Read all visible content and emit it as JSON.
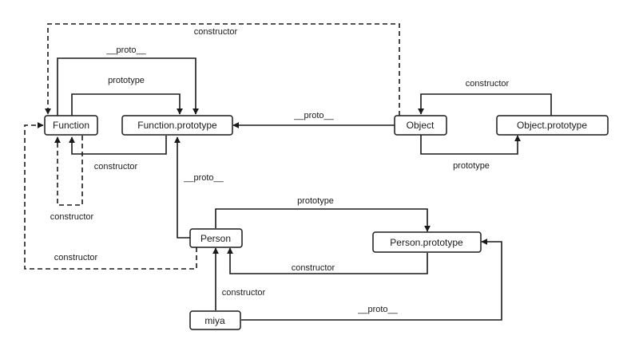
{
  "diagram": {
    "nodes": {
      "function": "Function",
      "function_prototype": "Function.prototype",
      "object": "Object",
      "object_prototype": "Object.prototype",
      "person": "Person",
      "person_prototype": "Person.prototype",
      "miya": "miya"
    },
    "edges": {
      "function_proto": "__proto__",
      "function_prototype": "prototype",
      "fp_constructor": "constructor",
      "function_self_constructor": "constructor",
      "object_constructor_to_function": "constructor",
      "object_proto": "__proto__",
      "object_prototype": "prototype",
      "op_constructor": "constructor",
      "person_proto": "__proto__",
      "person_prototype": "prototype",
      "pp_constructor": "constructor",
      "person_constructor_to_function": "constructor",
      "miya_constructor": "constructor",
      "miya_proto": "__proto__"
    }
  }
}
